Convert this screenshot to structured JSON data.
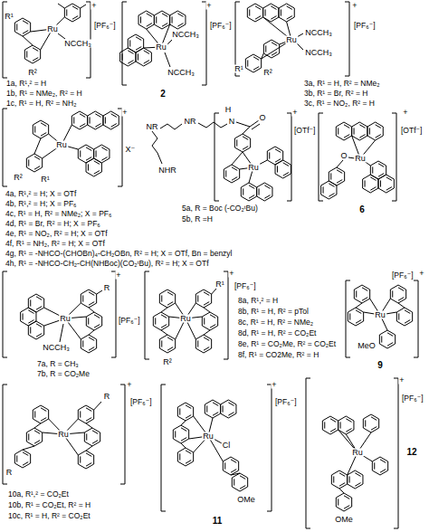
{
  "diagram": {
    "labels": [
      "R¹",
      "R²",
      "Ru",
      "NCCH₃",
      "+",
      "[PF₆⁻]",
      "1a, R¹,² = H",
      "1b, R¹ = NMe₂, R² = H",
      "1c, R¹ = H, R² = NH₂",
      "Ru",
      "NCCH₃",
      "NCCH₃",
      "+",
      "[PF₆⁻]",
      "2",
      "R¹",
      "R²",
      "Ru",
      "NCCH₃",
      "NCCH₃",
      "+",
      "[PF₆⁻]",
      "3a, R¹ = H, R² = NMe₂",
      "3b, R¹ = Br, R² = H",
      "3c, R¹ = NO₂, R² = H",
      "R²",
      "R¹",
      "Ru",
      "+",
      "X⁻",
      "4a, R¹,² = H; X = OTf",
      "4b, R¹,² = H; X = PF₆",
      "4c, R¹ = H, R² = NMe₂; X = PF₆",
      "4d, R¹ = Br, R² = H; X = PF₆",
      "4e, R¹ = NO₂, R² = H; X = OTf",
      "4f, R¹ = NH₂, R² = H; X = OTf",
      "4g, R¹ = -NHCO-(CHOBn)₄-CH₂OBn, R² = H; X = OTf, Bn = benzyl",
      "4h, R¹ = -NHCO-CH₂-CH(NHBoc)(CO₂ᵗBu), R² = H; X = OTf",
      "NR",
      "NR",
      "NHR",
      "H",
      "N",
      "O",
      "Ru",
      "+",
      "[OTf⁻]",
      "5a, R = Boc (-CO₂ᵗBu)",
      "5b, R =H",
      "O",
      "Ru",
      "+",
      "[OTf⁻]",
      "6",
      "R",
      "Ru",
      "NCCH₃",
      "+",
      "[PF₆⁻]",
      "7a, R = CH₃",
      "7b, R = CO₂Me",
      "R¹",
      "R²",
      "Ru",
      "+",
      "[PF₆⁻]",
      "8a, R¹,² = H",
      "8b, R¹ = H, R² = pTol",
      "8c, R¹ = H, R² = NMe₂",
      "8d, R¹ = H, R² = CO₂Et",
      "8e, R¹ = CO₂Me, R² = CO₂Et",
      "8f, R¹ = CO2Me, R² = H",
      "MeO",
      "Ru",
      "+",
      "[PF₆⁻]",
      "9",
      "R",
      "R",
      "Ru",
      "+",
      "[PF₆⁻]",
      "10a, R¹,² = CO₂Et",
      "10b, R¹ = CO₂Et, R² = H",
      "10c, R¹ = H, R² = CO₂Et",
      "Ru",
      "Cl",
      "OMe",
      "+",
      "[PF₆⁻]",
      "11",
      "Ru",
      "OMe",
      "+",
      "[PF₆⁻]",
      "12"
    ]
  }
}
